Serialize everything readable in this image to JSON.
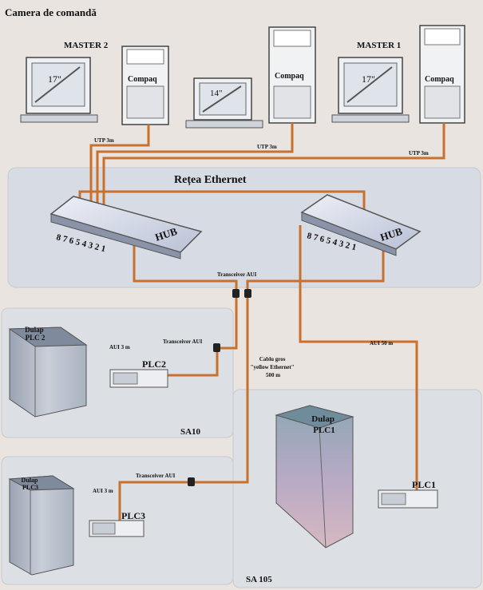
{
  "header": {
    "title": "Camera de comandă"
  },
  "workstations": {
    "master2_label": "MASTER 2",
    "master1_label": "MASTER 1",
    "monitor_left": "17\"",
    "monitor_center": "14\"",
    "monitor_right": "17\"",
    "tower_left": "Compaq",
    "tower_center": "Compaq",
    "tower_right": "Compaq"
  },
  "cables": {
    "utp_left": "UTP 3m",
    "utp_center": "UTP 3m",
    "utp_right": "UTP 3m",
    "transceiver_top": "Transceiver AUI",
    "transceiver_plc2": "Transceiver AUI",
    "transceiver_plc3": "Transceiver AUI",
    "aui_plc2": "AUI 3 m",
    "aui_plc3": "AUI 3 m",
    "aui_plc1": "AUI 50 m",
    "yellow_cable": [
      "Cablu gros",
      "\"yellow Ethernet\"",
      "500 m"
    ]
  },
  "network": {
    "title": "Rețea Ethernet",
    "hub_left_label": "HUB",
    "hub_right_label": "HUB",
    "hub_left_ports": "8 7 6 5 4 3 2 1",
    "hub_right_ports": "8 7 6 5 4 3 2 1"
  },
  "cabinets": {
    "plc2_cabinet": [
      "Dulap",
      "PLC 2"
    ],
    "plc3_cabinet": [
      "Dulap",
      "PLC3"
    ],
    "plc1_cabinet": [
      "Dulap",
      "PLC1"
    ]
  },
  "plcs": {
    "plc1": "PLC1",
    "plc2": "PLC2",
    "plc3": "PLC3"
  },
  "areas": {
    "sa10": "SA10",
    "sa105": "SA 105"
  },
  "colors": {
    "cable": "#c8702c",
    "panel": "#d9dde2",
    "background": "#e9e4e0"
  }
}
